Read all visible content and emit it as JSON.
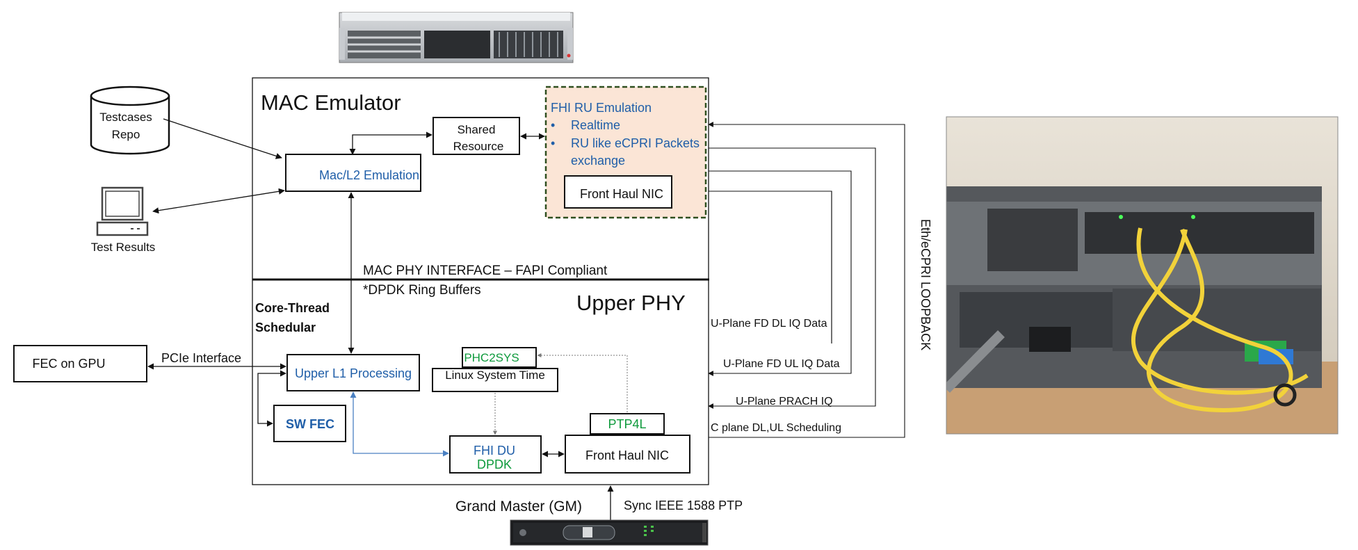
{
  "colors": {
    "blue_text": "#1f5ea8",
    "green_text": "#0e9a3c",
    "ru_fill": "#fbe5d6",
    "ru_border": "#2f4f1f",
    "line": "#111111",
    "blue_line": "#4a80c2",
    "dotted_line": "#777777"
  },
  "icons": {
    "server_top": "rack-server-photo-icon",
    "repo": "database-cylinder-icon",
    "laptop": "laptop-icon",
    "grand_master": "grandmaster-clock-appliance-icon",
    "photo": "server-loopback-photo"
  },
  "mac": {
    "title": "MAC Emulator",
    "mac_l2": "Mac/L2 Emulation",
    "shared_line1": "Shared",
    "shared_line2": "Resource",
    "ru_title": "FHI RU Emulation",
    "ru_bullet1": "Realtime",
    "ru_bullet2_line1": "RU like eCPRI Packets",
    "ru_bullet2_line2": "exchange",
    "ru_nic": "Front Haul NIC"
  },
  "interface": {
    "line1": "MAC PHY INTERFACE – FAPI Compliant",
    "line2": "*DPDK Ring Buffers"
  },
  "phy": {
    "title": "Upper PHY",
    "core_line1": "Core-Thread",
    "core_line2": "Schedular",
    "upper_l1": "Upper L1 Processing",
    "phc2sys": "PHC2SYS",
    "linux_time": "Linux System Time",
    "sw_fec": "SW FEC",
    "fhi_du_line1": "FHI DU",
    "fhi_du_line2": "DPDK",
    "ptp4l": "PTP4L",
    "du_nic": "Front Haul NIC"
  },
  "left": {
    "repo_line1": "Testcases",
    "repo_line2": "Repo",
    "results": "Test Results",
    "fec_gpu": "FEC on GPU",
    "pcie": "PCIe Interface"
  },
  "links": {
    "l1": "U-Plane FD DL IQ Data",
    "l2": "U-Plane FD UL IQ Data",
    "l3": "U-Plane PRACH IQ",
    "l4": "C plane DL,UL Scheduling",
    "loopback": "Eth/eCPRI LOOPBACK"
  },
  "bottom": {
    "gm": "Grand Master (GM)",
    "sync": "Sync IEEE 1588 PTP"
  }
}
